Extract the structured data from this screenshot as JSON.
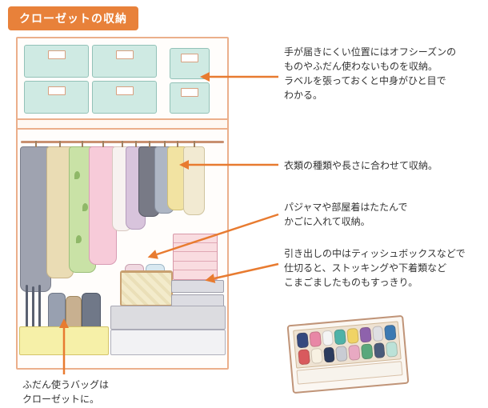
{
  "title": "クローゼットの収納",
  "colors": {
    "accent_arrow": "#E87B30",
    "badge": "#E8813A"
  },
  "annotations": {
    "top_storage": "手が届きにくい位置にはオフシーズンの\nものやふだん使わないものを収納。\nラベルを張っておくと中身がひと目で\nわかる。",
    "clothes": "衣類の種類や長さに合わせて収納。",
    "basket": "パジャマや部屋着はたたんで\nかごに入れて収納。",
    "drawer": "引き出しの中はティッシュボックスなどで\n仕切ると、ストッキングや下着類など\nこまごましたものもすっきり。",
    "bags": "ふだん使うバッグは\nクローゼットに。"
  }
}
